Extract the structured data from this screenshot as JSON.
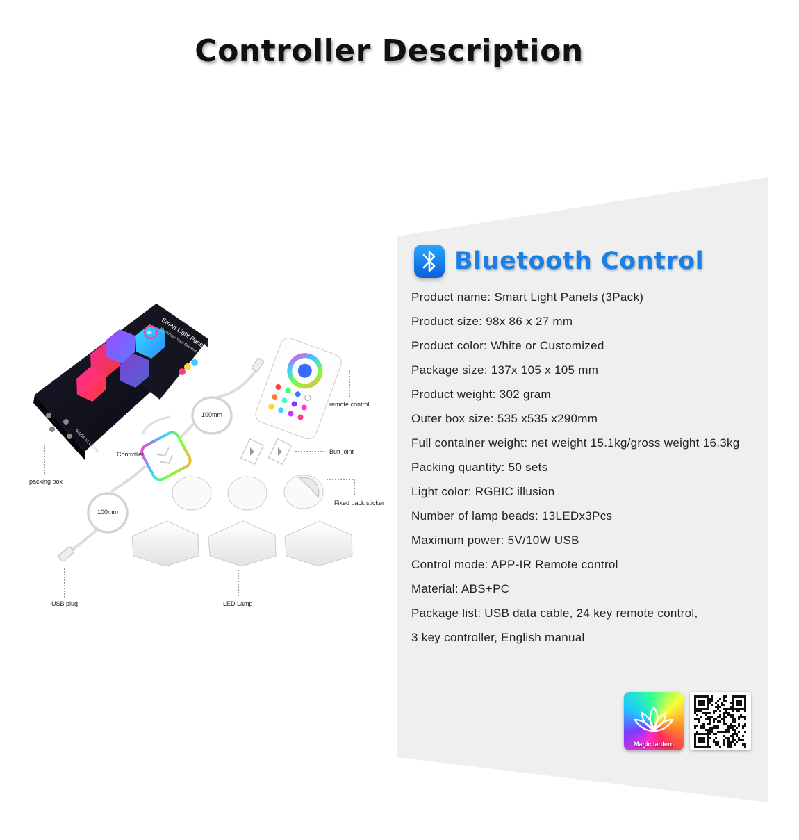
{
  "header": {
    "title": "Controller Description"
  },
  "section": {
    "title": "Bluetooth Control",
    "icon": "bluetooth-icon"
  },
  "specs": [
    "Product name: Smart Light Panels (3Pack)",
    "Product size: 98x 86 x 27 mm",
    "Product color: White or Customized",
    "Package size: 137x 105 x 105 mm",
    "Product weight: 302 gram",
    "Outer box size: 535 x535 x290mm",
    "Full container weight: net weight 15.1kg/gross weight 16.3kg",
    "Packing quantity: 50 sets",
    "Light color: RGBIC illusion",
    "Number of lamp beads: 13LEDx3Pcs",
    "Maximum power: 5V/10W USB",
    "Control mode: APP-IR Remote control",
    "Material: ABS+PC",
    "Package list: USB data cable, 24 key remote control,",
    "3 key controller, English manual"
  ],
  "illustration": {
    "box_title": "Smart Light Panels",
    "box_subtitle": "Illuminate Your Dreams",
    "box_badge": "16",
    "box_side": "Made in China",
    "labels": {
      "remote": "remote control",
      "cable1": "100mm",
      "controller": "Controller",
      "butt_joint": "Butt joint",
      "packing_box": "packing box",
      "cable2": "100mm",
      "sticker": "Fixed back sticker",
      "usb": "USB plug",
      "lamp": "LED Lamp"
    }
  },
  "footer": {
    "app_name": "Magic lantern"
  },
  "colors": {
    "accent": "#1a7fe6",
    "panel": "#f0f0f0"
  }
}
